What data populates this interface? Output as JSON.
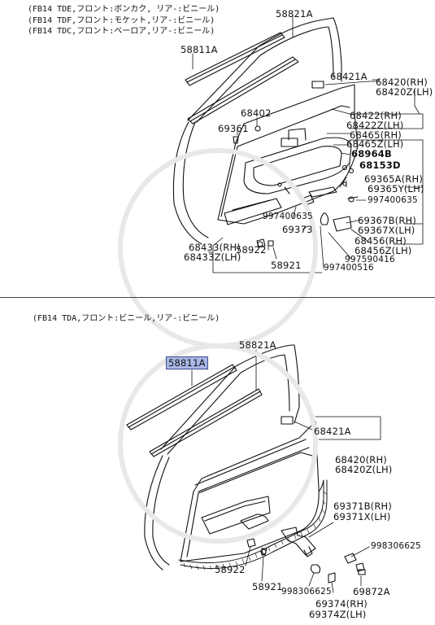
{
  "headers_top": [
    "(FB14 TDE,フロント:ボンカク, リア-:ビニール)",
    "(FB14 TDF,フロント:モケット,リア-:ビニール)",
    "(FB14 TDC,フロント:ベーロア,リア-:ビニール)"
  ],
  "header_bottom": "(FB14 TDA,フロント:ビニール,リア-:ビニール)",
  "top": {
    "p58821A": "58821A",
    "p58811A": "58811A",
    "p68421A": "68421A",
    "p68420RH": "68420(RH)",
    "p68420ZLH": "68420Z(LH)",
    "p68402": "68402",
    "p69361": "69361",
    "p68422RH": "68422(RH)",
    "p68422ZLH": "68422Z(LH)",
    "p68465RH": "68465(RH)",
    "p68465ZLH": "68465Z(LH)",
    "p68964B": "68964B",
    "p68153D": "68153D",
    "p69365ARH": "69365A(RH)",
    "p69365YLH": "69365Y(LH)",
    "p997400635": "997400635",
    "p997400635b": "997400635",
    "p69373": "69373",
    "p69367BRH": "69367B(RH)",
    "p69367XLH": "69367X(LH)",
    "p68456RH": "68456(RH)",
    "p68456ZLH": "68456Z(LH)",
    "p997590416": "997590416",
    "p997400516": "997400516",
    "p68433RH": "68433(RH)",
    "p68433ZLH": "68433Z(LH)",
    "p58922": "58922",
    "p58921": "58921"
  },
  "bottom": {
    "p58821A": "58821A",
    "p58811A": "58811A",
    "p68421A": "68421A",
    "p68420RH": "68420(RH)",
    "p68420ZLH": "68420Z(LH)",
    "p69371BRH": "69371B(RH)",
    "p69371XLH": "69371X(LH)",
    "p998306625": "998306625",
    "p998306625b": "998306625",
    "p58922": "58922",
    "p58921": "58921",
    "p69374RH": "69374(RH)",
    "p69374ZLH": "69374Z(LH)",
    "p69872A": "69872A"
  }
}
